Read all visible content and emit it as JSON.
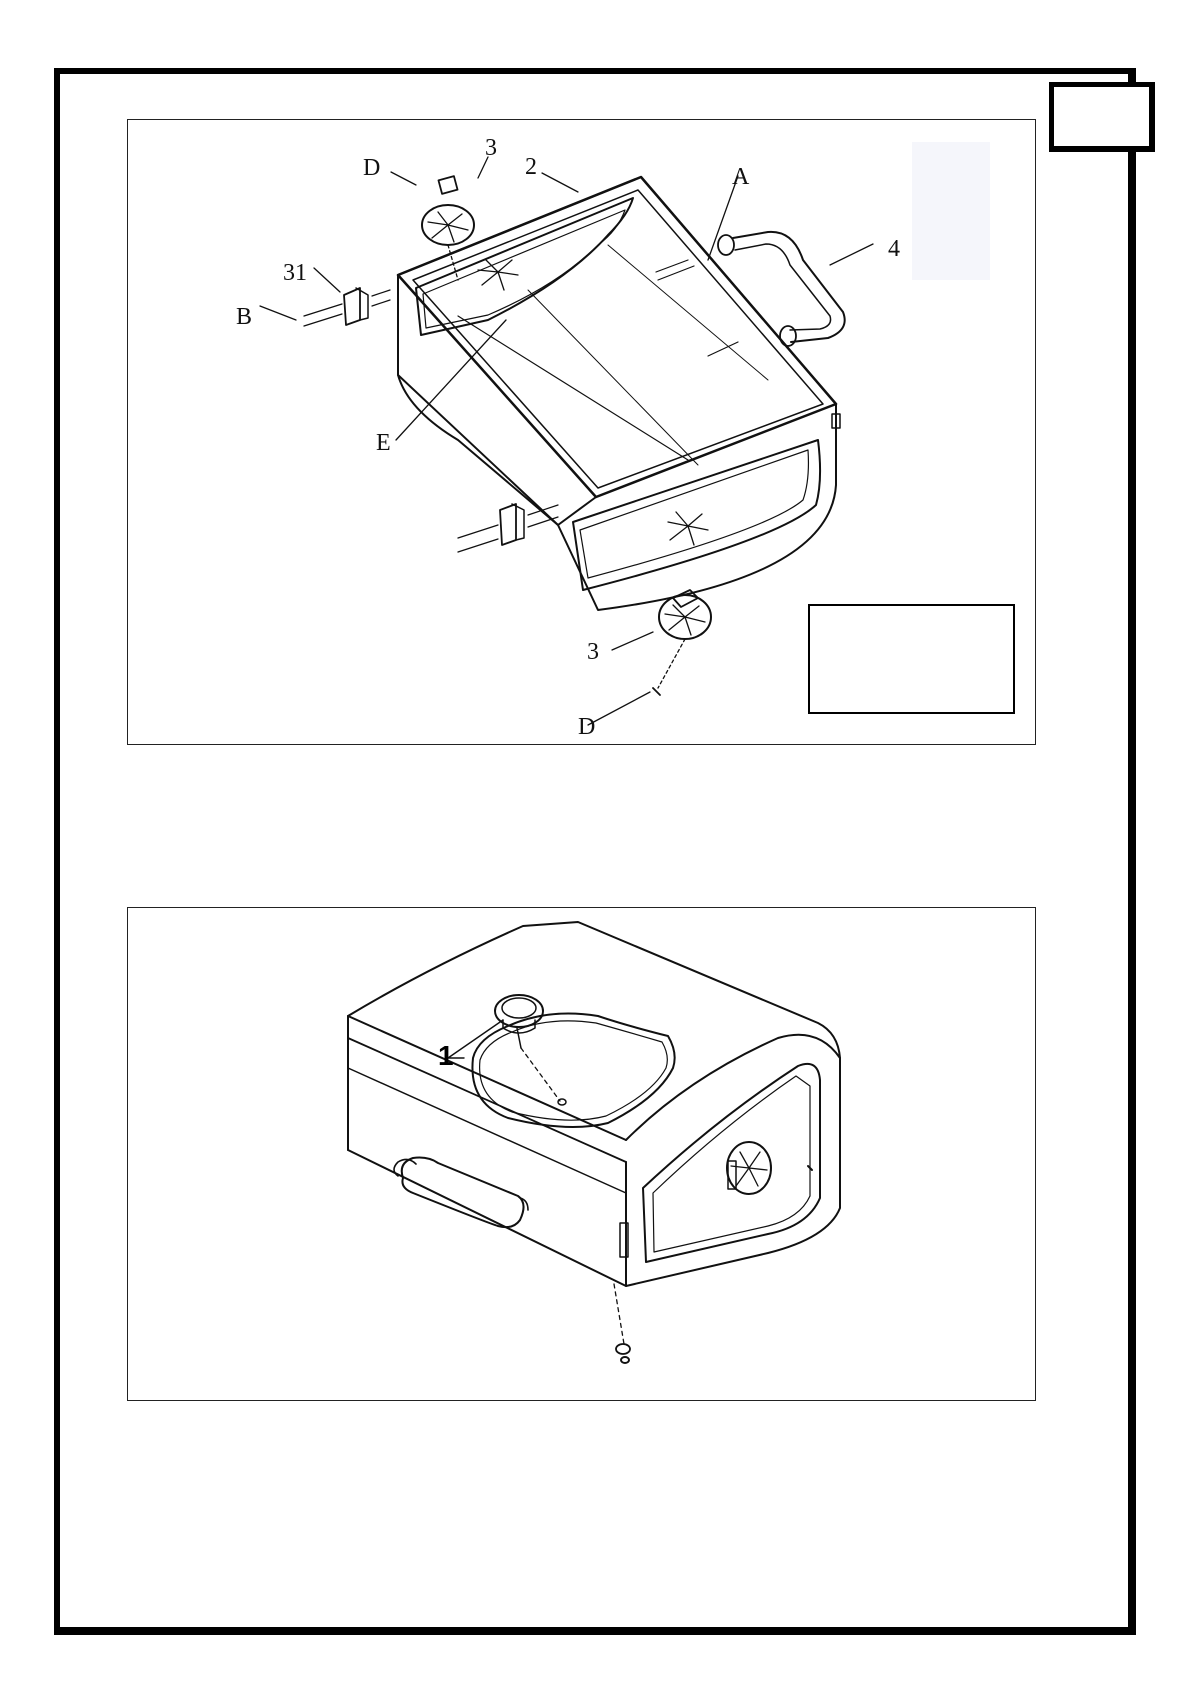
{
  "figure_top": {
    "callouts": {
      "d_upper": "D",
      "three_upper": "3",
      "two": "2",
      "a": "A",
      "four": "4",
      "thirty_one": "31",
      "b": "B",
      "e": "E",
      "three_lower": "3",
      "d_lower": "D"
    }
  },
  "figure_bottom": {
    "callouts": {
      "one": "1"
    }
  }
}
